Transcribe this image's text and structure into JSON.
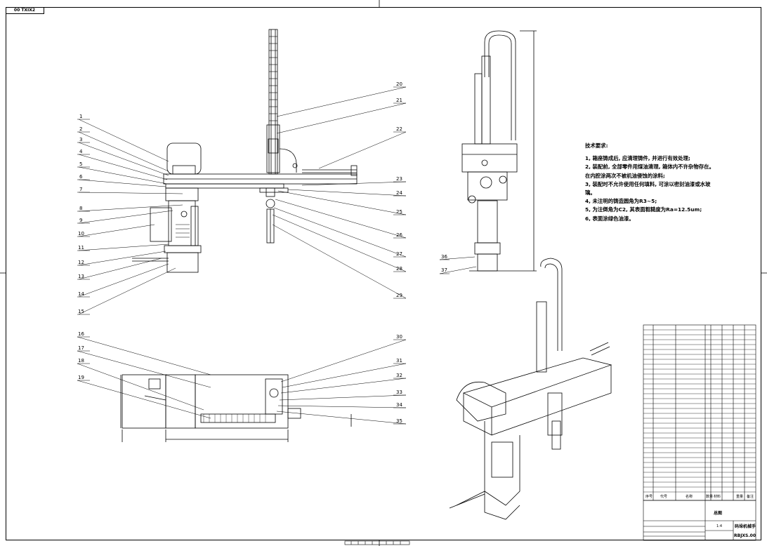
{
  "sheet": {
    "drawing_number_corner": "00 TXIX2",
    "technical_requirements": {
      "title": "技术要求:",
      "items": [
        "1, 箱座铸成后, 应清理铸件, 并进行有效处理;",
        "2, 装配前, 全部零件用煤油清理, 箱体内不许杂物存在。",
        "在内腔涂两次不被机油侵蚀的涂料;",
        "3, 装配时不允许使用任何填料, 可涂以密封油漆或水玻",
        "璃。",
        "4, 未注明的铸造圆角为R3~5;",
        "5, 为注倒角为C2, 其表面粗糙度为Ra=12.5um;",
        "6, 表面涂绿色油漆。"
      ]
    },
    "callouts_left": [
      "1",
      "2",
      "3",
      "4",
      "5",
      "6",
      "7",
      "8",
      "9",
      "10",
      "11",
      "12",
      "13",
      "14",
      "15"
    ],
    "callouts_right": [
      "20",
      "21",
      "22",
      "23",
      "24",
      "25",
      "26",
      "27",
      "28",
      "29"
    ],
    "callouts_plan_left": [
      "16",
      "17",
      "18",
      "19"
    ],
    "callouts_plan_right": [
      "30",
      "31",
      "32",
      "33",
      "34",
      "35"
    ],
    "callouts_side": [
      "36",
      "37"
    ],
    "title_block": {
      "assembly_name": "总图",
      "product_name": "码垛机械手",
      "drawing_number": "RBJXS.00",
      "scale": "1:4",
      "col_seq": "序号",
      "col_code": "代号",
      "col_name": "名称",
      "col_qty": "数量",
      "col_material": "材料",
      "col_weight": "重量",
      "col_note": "备注"
    }
  }
}
